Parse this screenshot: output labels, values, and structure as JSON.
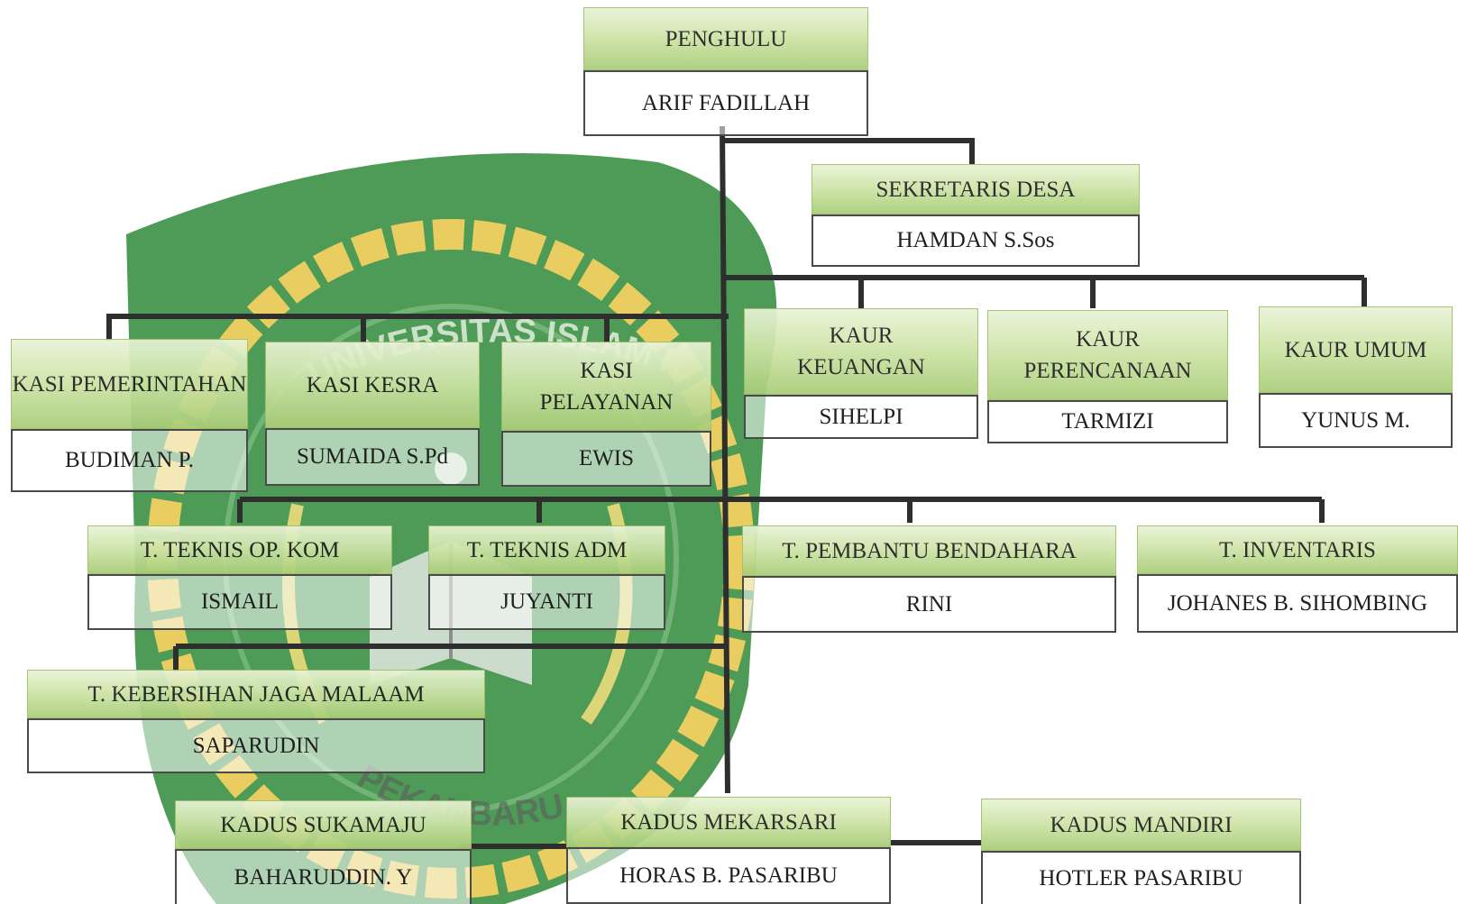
{
  "watermark": {
    "arc_top": "UNIVERSITAS ISLAM RIAU",
    "arc_bottom": "PEKANBARU"
  },
  "org": {
    "penghulu": {
      "title": "PENGHULU",
      "name": "ARIF FADILLAH"
    },
    "sekretaris": {
      "title": "SEKRETARIS DESA",
      "name": "HAMDAN S.Sos"
    },
    "kasi_pemerintahan": {
      "title": "KASI PEMERINTAHAN",
      "name": "BUDIMAN P."
    },
    "kasi_kesra": {
      "title": "KASI KESRA",
      "name": "SUMAIDA S.Pd"
    },
    "kasi_pelayanan": {
      "title": "KASI PELAYANAN",
      "name": "EWIS"
    },
    "kaur_keuangan": {
      "title": "KAUR KEUANGAN",
      "name": "SIHELPI"
    },
    "kaur_perencanaan": {
      "title": "KAUR PERENCANAAN",
      "name": "TARMIZI"
    },
    "kaur_umum": {
      "title": "KAUR UMUM",
      "name": "YUNUS M."
    },
    "t_teknis_op_kom": {
      "title": "T. TEKNIS OP. KOM",
      "name": "ISMAIL"
    },
    "t_teknis_adm": {
      "title": "T. TEKNIS ADM",
      "name": "JUYANTI"
    },
    "t_pembantu_bendahara": {
      "title": "T. PEMBANTU BENDAHARA",
      "name": "RINI"
    },
    "t_inventaris": {
      "title": "T. INVENTARIS",
      "name": "JOHANES B. SIHOMBING"
    },
    "t_kebersihan": {
      "title": "T. KEBERSIHAN JAGA MALAAM",
      "name": "SAPARUDIN"
    },
    "kadus_sukamaju": {
      "title": "KADUS SUKAMAJU",
      "name": "BAHARUDDIN. Y"
    },
    "kadus_mekarsari": {
      "title": "KADUS MEKARSARI",
      "name": "HORAS B. PASARIBU"
    },
    "kadus_mandiri": {
      "title": "KADUS MANDIRI",
      "name": "HOTLER PASARIBU"
    }
  },
  "colors": {
    "title_fill": "#c5e09b",
    "watermark_green": "#2f8a3a",
    "watermark_rope": "#e6c545",
    "line": "#2e2e2e"
  }
}
